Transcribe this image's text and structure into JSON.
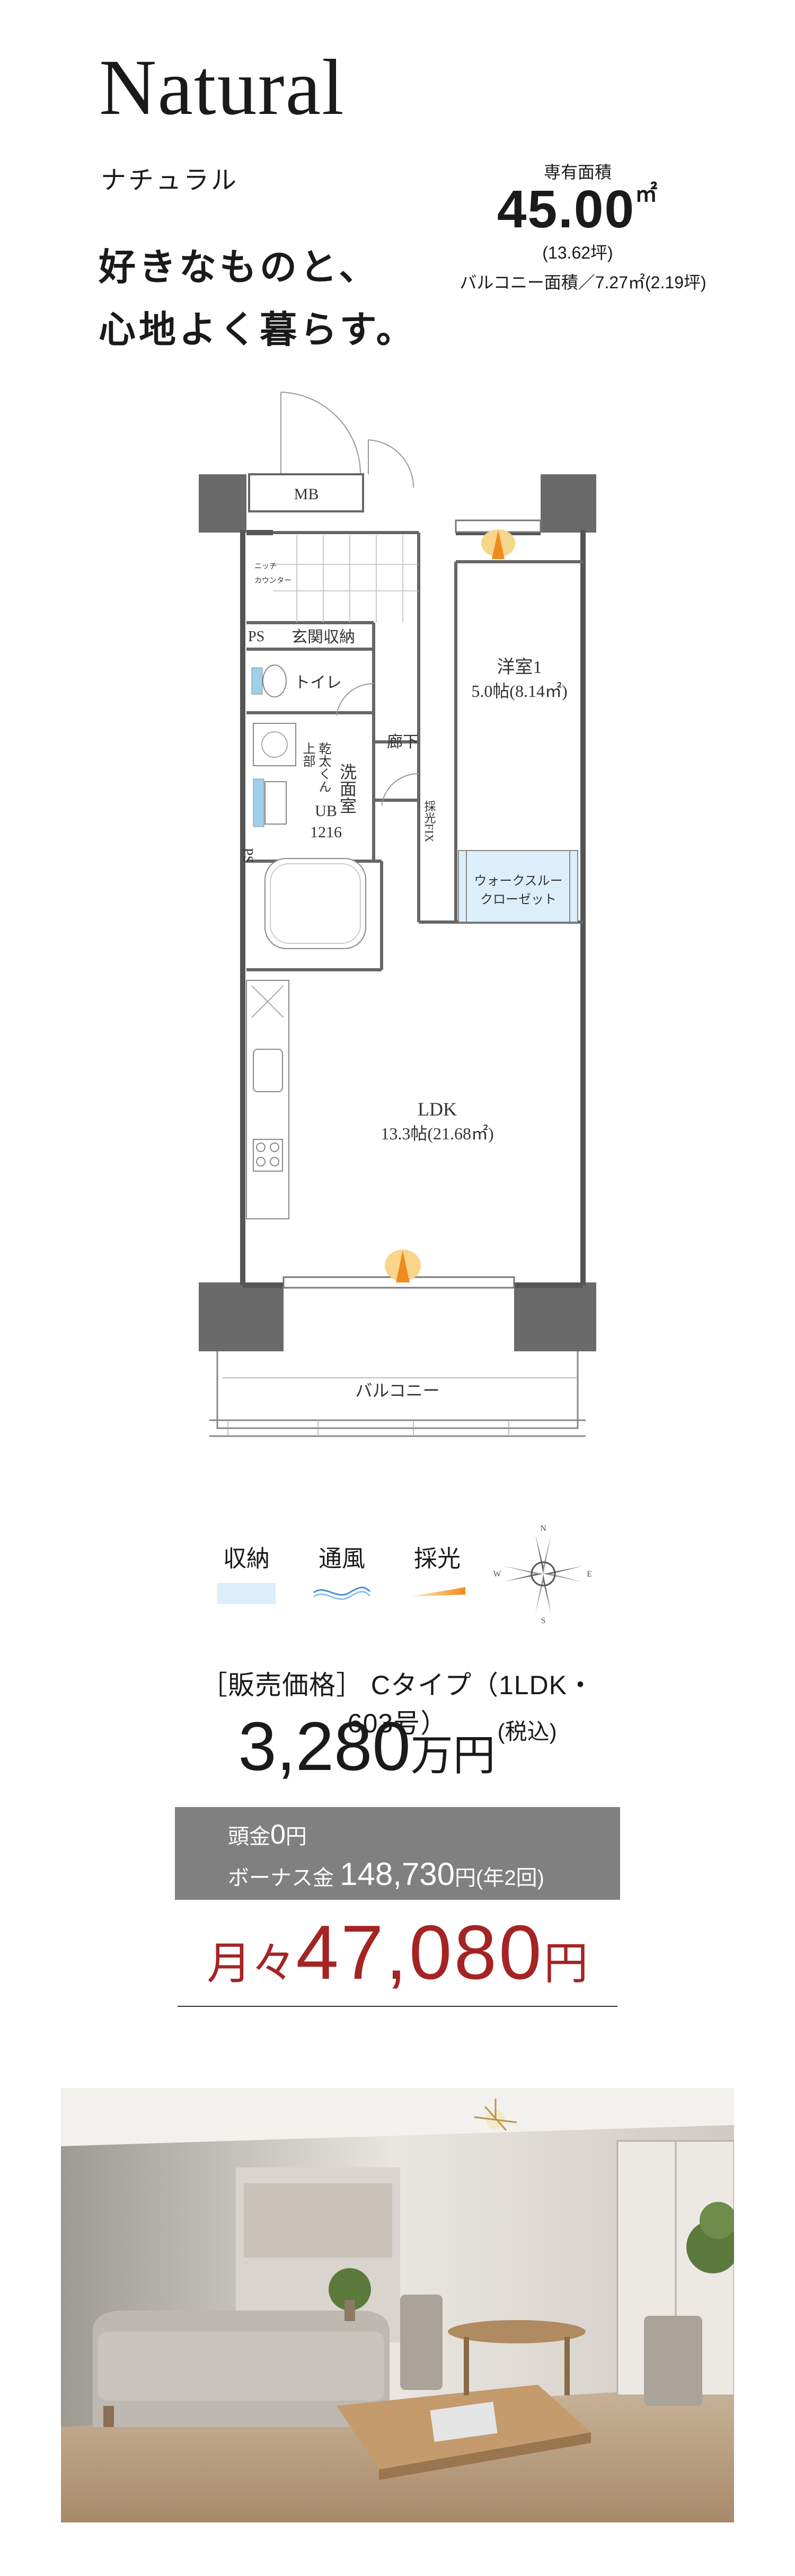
{
  "header": {
    "title": "Natural",
    "title_kana": "ナチュラル",
    "catch_line1": "好きなものと、",
    "catch_line2": "心地よく暮らす。"
  },
  "area": {
    "label": "専有面積",
    "value": "45.00",
    "unit": "㎡",
    "tsubo": "(13.62坪)",
    "balcony": "バルコニー面積／7.27㎡(2.19坪)"
  },
  "floorplan": {
    "mb": "MB",
    "niche": "ニッチ",
    "counter": "カウンター",
    "ps": "PS",
    "genkan": "玄関収納",
    "toilet": "トイレ",
    "kansou_1": "上部",
    "kansou_2": "乾太くん",
    "senmen": "洗面室",
    "ub_1": "UB",
    "ub_2": "1216",
    "roka": "廊下",
    "saiko": "採光FIX",
    "yoshitsu_1": "洋室1",
    "yoshitsu_2": "5.0帖(8.14㎡)",
    "wic_1": "ウォークスルー",
    "wic_2": "クローゼット",
    "ldk_1": "LDK",
    "ldk_2": "13.3帖(21.68㎡)",
    "balcony": "バルコニー",
    "compass_n": "N",
    "compass_e": "E",
    "compass_s": "S",
    "compass_w": "W"
  },
  "legend": {
    "storage": "収納",
    "ventilation": "通風",
    "light": "採光",
    "storage_color": "#dceef9",
    "ventilation_color": "#4a8fd0",
    "light_color": "#f2a020"
  },
  "price": {
    "type_label": "［販売価格］ Cタイプ（1LDK・603号）",
    "amount": "3,280",
    "tax": "(税込)",
    "unit": "万円",
    "down_label": "頭金",
    "down_value": "0",
    "down_unit": "円",
    "bonus_label": "ボーナス金",
    "bonus_value": "148,730",
    "bonus_unit": "円(年2回)",
    "monthly_label": "月々",
    "monthly_value": "47,080",
    "monthly_unit": "円"
  },
  "colors": {
    "accent_red": "#a42424",
    "box_gray": "#808080",
    "wall": "#666666"
  }
}
